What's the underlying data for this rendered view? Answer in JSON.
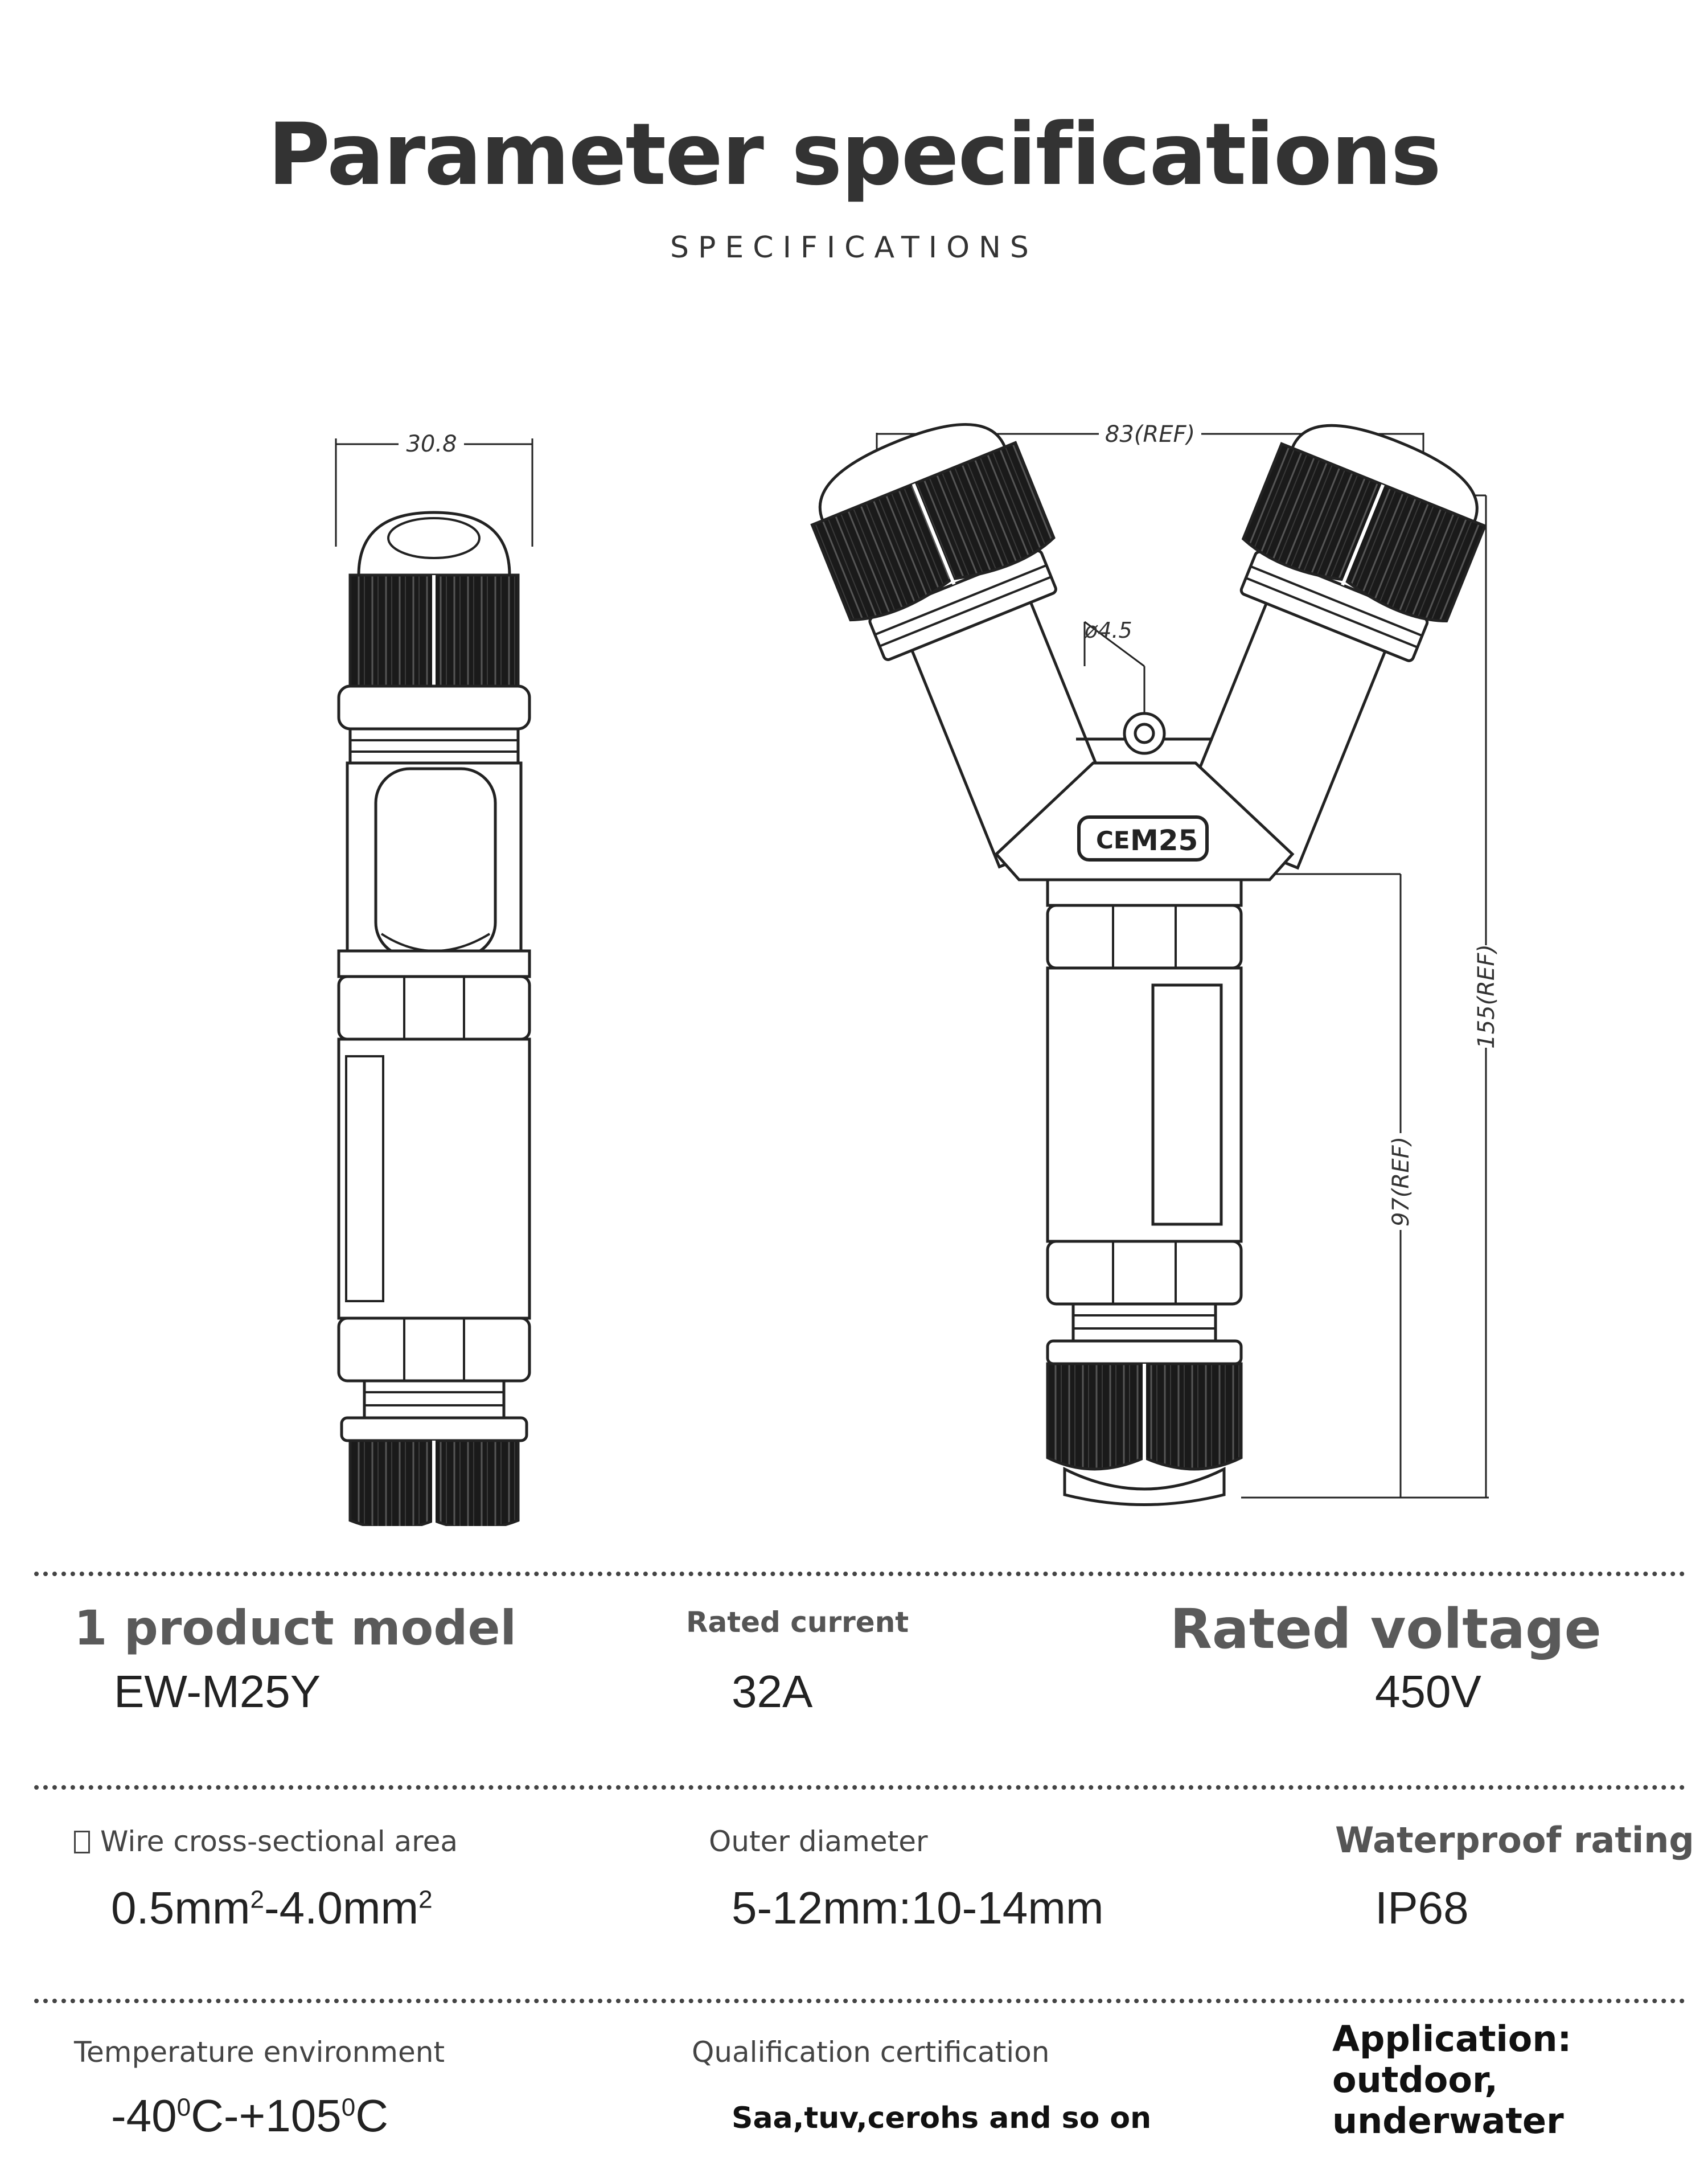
{
  "header": {
    "title": "Parameter specifications",
    "subtitle": "SPECIFICATIONS"
  },
  "drawing": {
    "dim_width": "30.8",
    "dim_span": "83(REF)",
    "dim_hole": "ø4.5",
    "dim_height": "155(REF)",
    "dim_body": "97(REF)",
    "marking": "M25",
    "ce_mark": "CE"
  },
  "specs": {
    "model_label": "1 product model",
    "model_value": "EW-M25Y",
    "current_label": "Rated current",
    "current_value": "32A",
    "voltage_label": "Rated voltage",
    "voltage_value": "450V",
    "wire_label": "Wire cross-sectional area",
    "wire_value_a": "0.5mm",
    "wire_value_b": "-4.0mm",
    "wire_sup": "2",
    "outer_label": "Outer diameter",
    "outer_value": "5-12mm:10-14mm",
    "waterproof_label": "Waterproof rating",
    "waterproof_value": "IP68",
    "temp_label": "Temperature environment",
    "temp_value_a": "-40",
    "temp_value_b": "C-+105",
    "temp_value_c": "C",
    "temp_sup": "0",
    "cert_label": "Qualification certification",
    "cert_value": "Saa,tuv,cerohs and so on",
    "app_value": "Application: outdoor, underwater"
  }
}
